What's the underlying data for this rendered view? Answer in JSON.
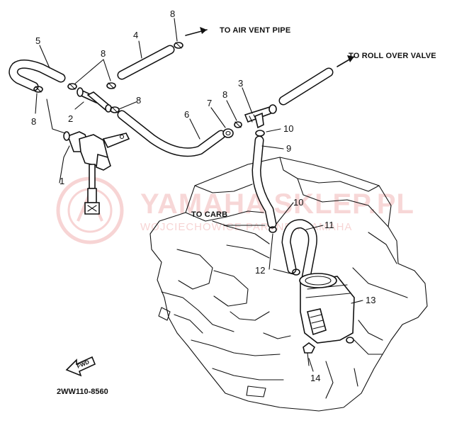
{
  "diagram": {
    "notes": {
      "air_vent": "TO AIR VENT PIPE",
      "roll_over": "TO ROLL OVER VALVE",
      "carb": "TO CARB"
    },
    "callouts": {
      "p1": "1",
      "p2": "2",
      "p3": "3",
      "p4": "4",
      "p5": "5",
      "p6": "6",
      "p7": "7",
      "p8a": "8",
      "p8b": "8",
      "p8c": "8",
      "p8d": "8",
      "p8e": "8",
      "p9": "9",
      "p10a": "10",
      "p10b": "10",
      "p11": "11",
      "p12": "12",
      "p13": "13",
      "p14": "14"
    },
    "diagram_code": "2WW110-8560",
    "fwd_label": "FWD",
    "watermark": {
      "brand": "YAMAHA SKLEP.PL",
      "dealer": "WOJCIECHOWICE PARTNER YAMAHA"
    }
  }
}
